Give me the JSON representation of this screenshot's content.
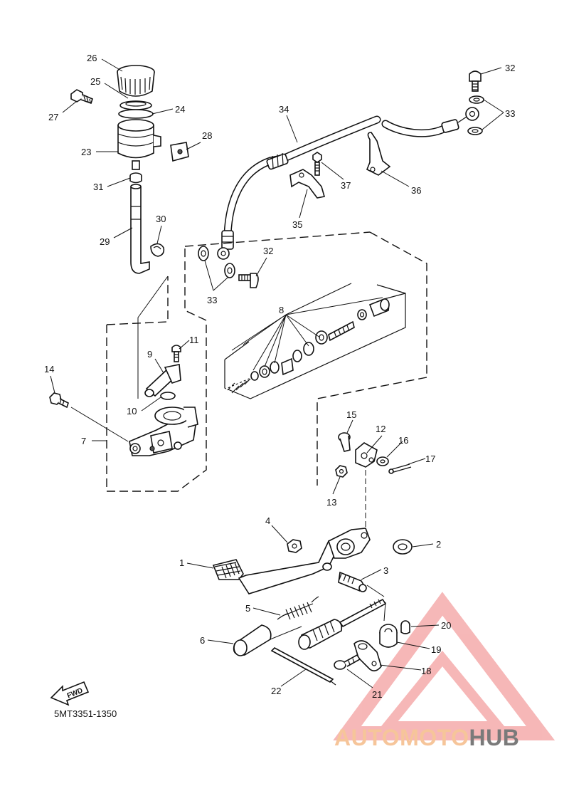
{
  "diagram": {
    "code": "5MT3351-1350",
    "fwd_label": "FWD",
    "callouts": {
      "p1": "1",
      "p2": "2",
      "p3": "3",
      "p4": "4",
      "p5": "5",
      "p6": "6",
      "p7": "7",
      "p8": "8",
      "p9": "9",
      "p10": "10",
      "p11": "11",
      "p12": "12",
      "p13": "13",
      "p14": "14",
      "p15": "15",
      "p16": "16",
      "p17": "17",
      "p18": "18",
      "p19": "19",
      "p20": "20",
      "p21": "21",
      "p22": "22",
      "p23": "23",
      "p24": "24",
      "p25": "25",
      "p26": "26",
      "p27": "27",
      "p28": "28",
      "p29": "29",
      "p30": "30",
      "p31": "31",
      "p32": "32",
      "p33": "33",
      "p34": "34",
      "p35": "35",
      "p36": "36",
      "p37": "37"
    }
  },
  "watermark": {
    "part_a": "AUTOMOTO",
    "part_b": "HUB",
    "colors": {
      "triangle": "#f08080",
      "text_light": "#f6c59a",
      "text_dark": "#7a7a7a"
    }
  }
}
